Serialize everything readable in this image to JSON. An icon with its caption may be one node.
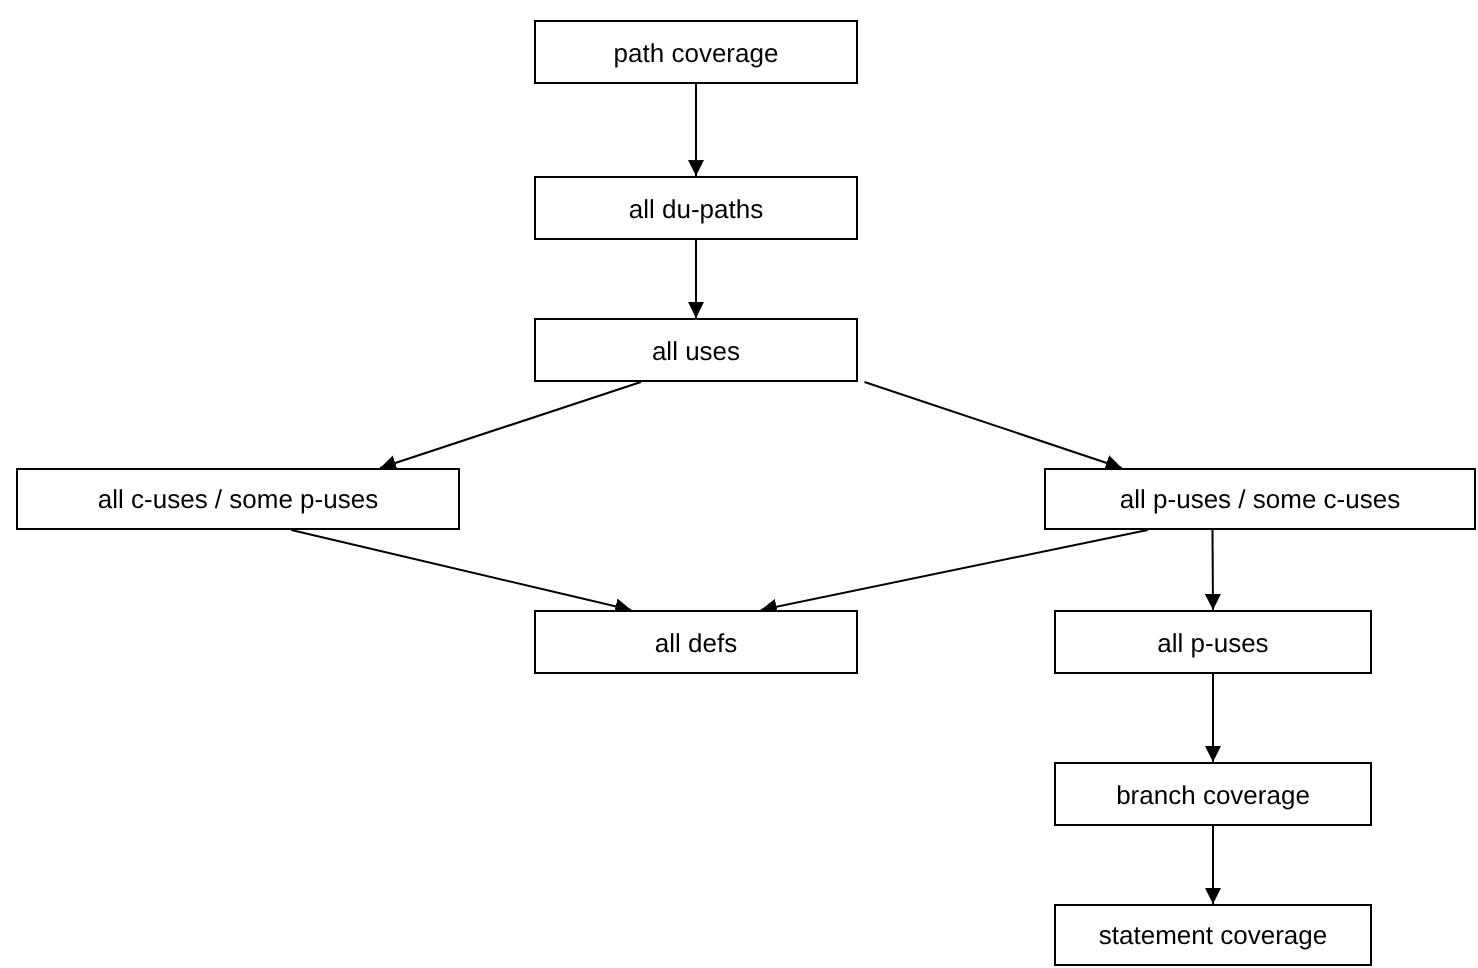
{
  "diagram": {
    "nodes": [
      {
        "text": [
          "path coverage"
        ]
      },
      {
        "text": [
          "all du-paths"
        ]
      },
      {
        "text": [
          "all uses"
        ]
      },
      {
        "text": [
          "all c-uses / some p-uses"
        ]
      },
      {
        "text": [
          "all p-uses / some c-uses"
        ]
      },
      {
        "text": [
          "all defs"
        ]
      },
      {
        "text": [
          "all p-uses"
        ]
      },
      {
        "text": [
          "branch coverage"
        ]
      },
      {
        "text": [
          "statement coverage"
        ]
      }
    ],
    "edges": [
      {
        "from": 0,
        "to": 1,
        "arrow": "to"
      },
      {
        "from": 1,
        "to": 2,
        "arrow": "to"
      },
      {
        "from": 2,
        "to": 3,
        "arrow": "to"
      },
      {
        "from": 2,
        "to": 4,
        "arrow": "to"
      },
      {
        "from": 3,
        "to": 5,
        "arrow": "to"
      },
      {
        "from": 4,
        "to": 5,
        "arrow": "to"
      },
      {
        "from": 4,
        "to": 6,
        "arrow": "to"
      },
      {
        "from": 6,
        "to": 7,
        "arrow": "to"
      },
      {
        "from": 7,
        "to": 8,
        "arrow": "to"
      }
    ]
  }
}
